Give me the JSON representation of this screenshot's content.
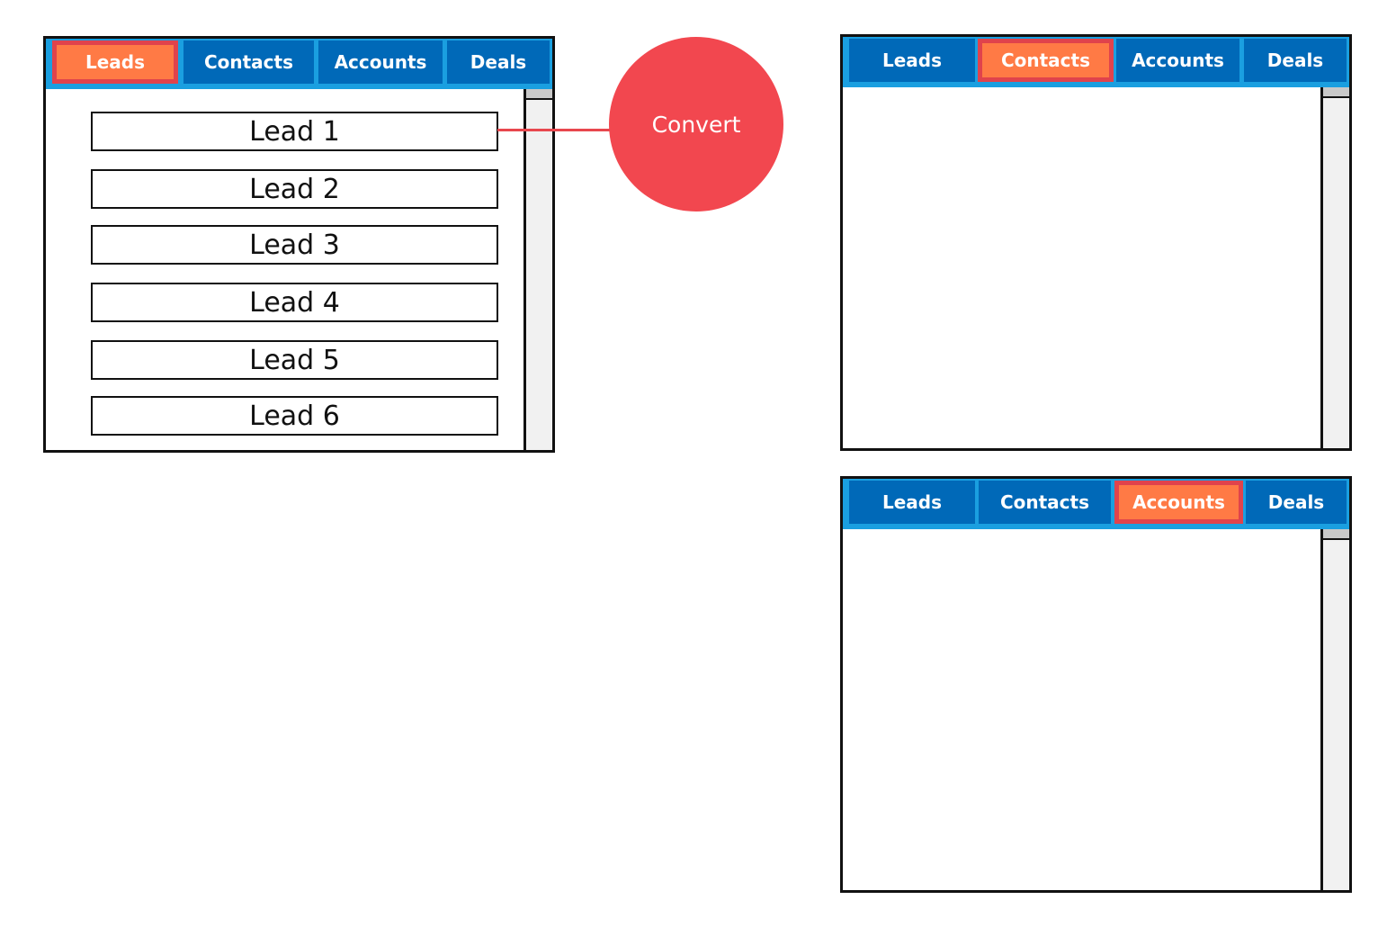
{
  "colors": {
    "tab_bar": "#1a9fe0",
    "tab": "#0069b8",
    "tab_active": "#ff7a45",
    "tab_active_border": "#e0434c",
    "convert": "#f2474f",
    "connector": "#e8474e"
  },
  "windows": [
    {
      "tabs": [
        "Leads",
        "Contacts",
        "Accounts",
        "Deals"
      ],
      "active_tab": "Leads",
      "leads": [
        "Lead 1",
        "Lead 2",
        "Lead 3",
        "Lead 4",
        "Lead 5",
        "Lead 6"
      ]
    },
    {
      "tabs": [
        "Leads",
        "Contacts",
        "Accounts",
        "Deals"
      ],
      "active_tab": "Contacts"
    },
    {
      "tabs": [
        "Leads",
        "Contacts",
        "Accounts",
        "Deals"
      ],
      "active_tab": "Accounts"
    }
  ],
  "convert": {
    "label": "Convert"
  }
}
